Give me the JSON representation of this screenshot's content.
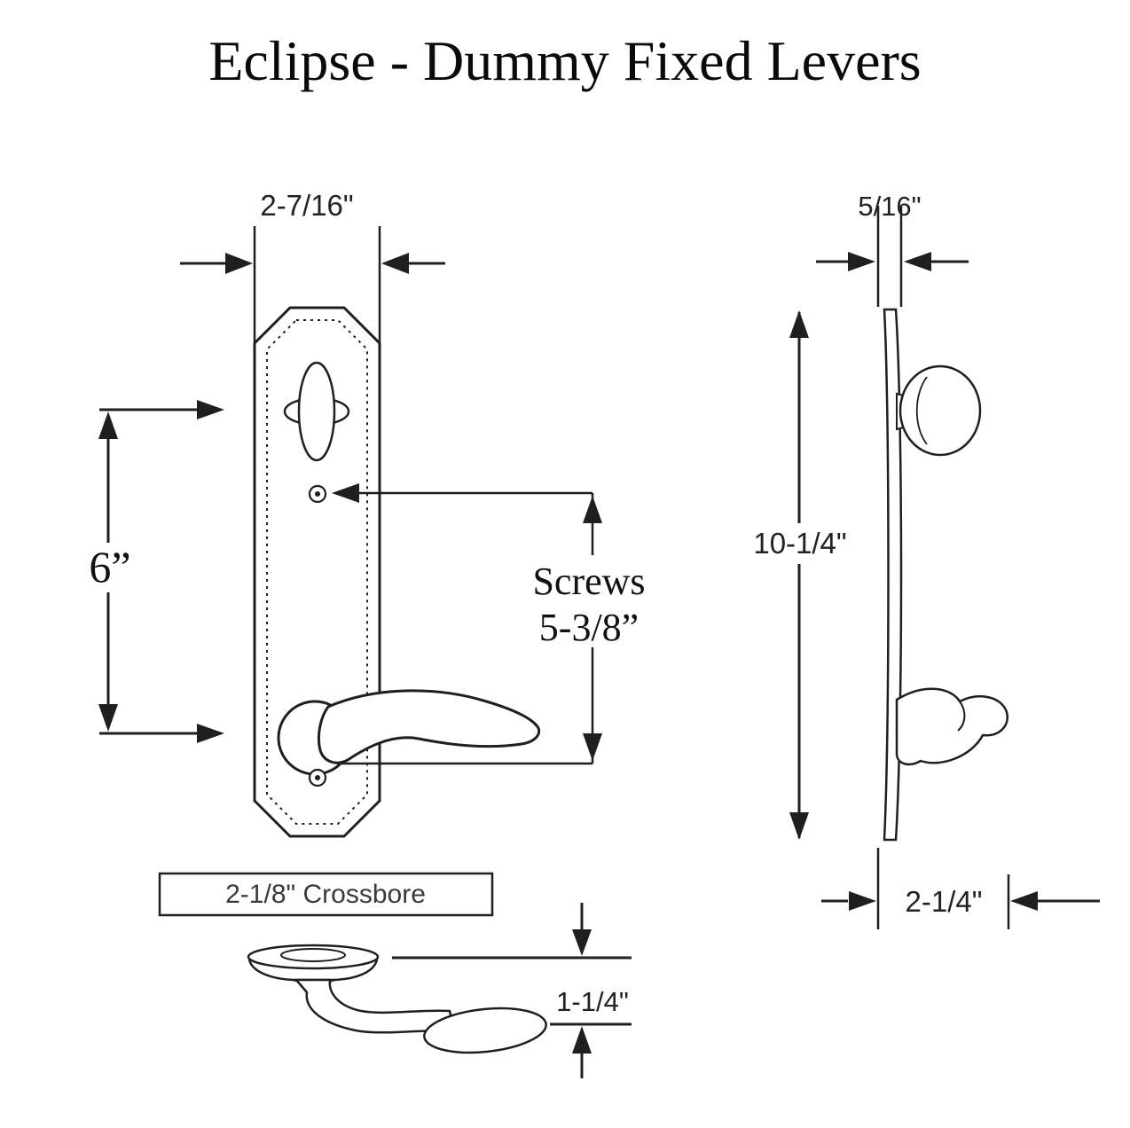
{
  "title": "Eclipse - Dummy Fixed Levers",
  "front_view": {
    "width_label": "2-7/16\"",
    "height_label": "6”",
    "screws_line1": "Screws",
    "screws_line2": "5-3/8”"
  },
  "side_view": {
    "thickness_label": "5/16\"",
    "height_label": "10-1/4\"",
    "depth_label": "2-1/4\""
  },
  "bottom_view": {
    "crossbore_label": "2-1/8\" Crossbore",
    "lever_drop_label": "1-1/4\""
  },
  "colors": {
    "ink": "#1f1f1f",
    "background": "#ffffff"
  }
}
